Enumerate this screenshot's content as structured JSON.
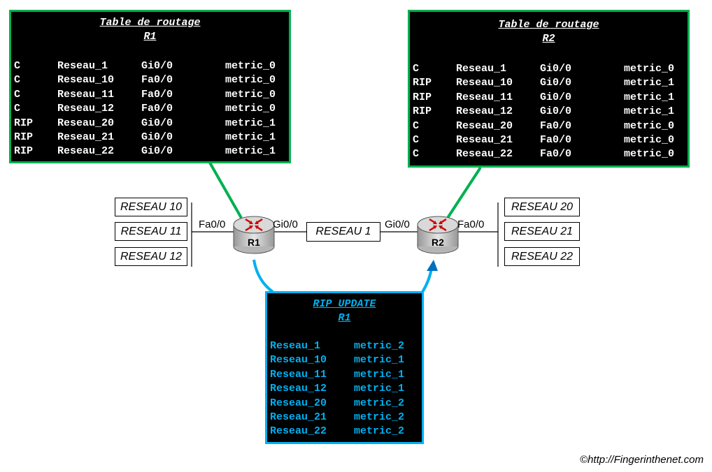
{
  "r1_table": {
    "title": "Table de routage",
    "subtitle": "R1",
    "rows": [
      {
        "type": "C",
        "net": "Reseau_1",
        "iface": "Gi0/0",
        "metric": "metric_0"
      },
      {
        "type": "C",
        "net": "Reseau_10",
        "iface": "Fa0/0",
        "metric": "metric_0"
      },
      {
        "type": "C",
        "net": "Reseau_11",
        "iface": "Fa0/0",
        "metric": "metric_0"
      },
      {
        "type": "C",
        "net": "Reseau_12",
        "iface": "Fa0/0",
        "metric": "metric_0"
      },
      {
        "type": "RIP",
        "net": "Reseau_20",
        "iface": "Gi0/0",
        "metric": "metric_1"
      },
      {
        "type": "RIP",
        "net": "Reseau_21",
        "iface": "Gi0/0",
        "metric": "metric_1"
      },
      {
        "type": "RIP",
        "net": "Reseau_22",
        "iface": "Gi0/0",
        "metric": "metric_1"
      }
    ]
  },
  "r2_table": {
    "title": "Table de routage",
    "subtitle": "R2",
    "rows": [
      {
        "type": "C",
        "net": "Reseau_1",
        "iface": "Gi0/0",
        "metric": "metric_0"
      },
      {
        "type": "RIP",
        "net": "Reseau_10",
        "iface": "Gi0/0",
        "metric": "metric_1"
      },
      {
        "type": "RIP",
        "net": "Reseau_11",
        "iface": "Gi0/0",
        "metric": "metric_1"
      },
      {
        "type": "RIP",
        "net": "Reseau_12",
        "iface": "Gi0/0",
        "metric": "metric_1"
      },
      {
        "type": "C",
        "net": "Reseau_20",
        "iface": "Fa0/0",
        "metric": "metric_0"
      },
      {
        "type": "C",
        "net": "Reseau_21",
        "iface": "Fa0/0",
        "metric": "metric_0"
      },
      {
        "type": "C",
        "net": "Reseau_22",
        "iface": "Fa0/0",
        "metric": "metric_0"
      }
    ]
  },
  "rip_update": {
    "title": "RIP UPDATE",
    "subtitle": "R1",
    "rows": [
      {
        "net": "Reseau_1",
        "metric": "metric_2"
      },
      {
        "net": "Reseau_10",
        "metric": "metric_1"
      },
      {
        "net": "Reseau_11",
        "metric": "metric_1"
      },
      {
        "net": "Reseau_12",
        "metric": "metric_1"
      },
      {
        "net": "Reseau_20",
        "metric": "metric_2"
      },
      {
        "net": "Reseau_21",
        "metric": "metric_2"
      },
      {
        "net": "Reseau_22",
        "metric": "metric_2"
      }
    ]
  },
  "networks": {
    "left": [
      "RESEAU 10",
      "RESEAU 11",
      "RESEAU 12"
    ],
    "middle": "RESEAU 1",
    "right": [
      "RESEAU 20",
      "RESEAU 21",
      "RESEAU 22"
    ]
  },
  "routers": {
    "r1": "R1",
    "r2": "R2"
  },
  "interfaces": {
    "r1_fa": "Fa0/0",
    "r1_gi": "Gi0/0",
    "r2_gi": "Gi0/0",
    "r2_fa": "Fa0/0"
  },
  "credit": "©http://Fingerinthenet.com",
  "colors": {
    "table_border": "#00b050",
    "update": "#00b0f0",
    "arrow_head": "#0070c0"
  }
}
